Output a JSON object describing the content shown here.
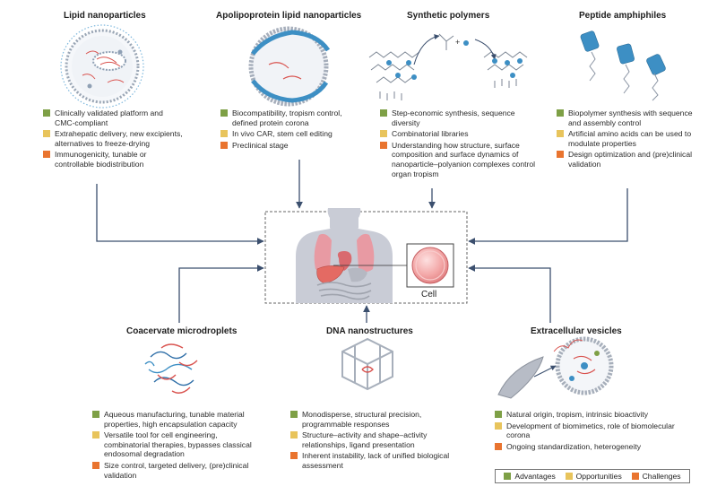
{
  "legend": {
    "advantages": "Advantages",
    "opportunities": "Opportunities",
    "challenges": "Challenges"
  },
  "colors": {
    "advantages": "#7ea046",
    "opportunities": "#e8c45c",
    "challenges": "#e9742f",
    "arrow": "#3b4f6e",
    "accent_blue": "#3d8fc4"
  },
  "center": {
    "cell_label": "Cell"
  },
  "panels": {
    "lipid_nanoparticles": {
      "title": "Lipid nanoparticles",
      "advantages": "Clinically validated platform and CMC-compliant",
      "opportunities": "Extrahepatic delivery, new excipients, alternatives to freeze-drying",
      "challenges": "Immunogenicity, tunable or controllable biodistribution"
    },
    "apolipoprotein": {
      "title": "Apolipoprotein lipid nanoparticles",
      "advantages": "Biocompatibility, tropism control, defined protein corona",
      "opportunities": "In vivo CAR, stem cell editing",
      "challenges": "Preclinical stage"
    },
    "synthetic_polymers": {
      "title": "Synthetic polymers",
      "advantages": "Step-economic synthesis, sequence diversity",
      "opportunities": "Combinatorial libraries",
      "challenges": "Understanding how structure, surface composition and surface dynamics of nanoparticle–polyanion complexes control organ tropism"
    },
    "peptide_amphiphiles": {
      "title": "Peptide amphiphiles",
      "advantages": "Biopolymer synthesis with sequence and assembly control",
      "opportunities": "Artificial amino acids can be used to modulate properties",
      "challenges": "Design optimization and (pre)clinical validation"
    },
    "coacervate": {
      "title": "Coacervate microdroplets",
      "advantages": "Aqueous manufacturing, tunable material properties, high encapsulation capacity",
      "opportunities": "Versatile tool for cell engineering, combinatorial therapies, bypasses classical endosomal degradation",
      "challenges": "Size control, targeted delivery, (pre)clinical validation"
    },
    "dna": {
      "title": "DNA nanostructures",
      "advantages": "Monodisperse, structural precision, programmable responses",
      "opportunities": "Structure–activity and shape–activity relationships, ligand presentation",
      "challenges": "Inherent instability, lack of unified biological assessment"
    },
    "ev": {
      "title": "Extracellular vesicles",
      "advantages": "Natural origin, tropism, intrinsic bioactivity",
      "opportunities": "Development of biomimetics, role of biomolecular corona",
      "challenges": "Ongoing standardization, heterogeneity"
    }
  }
}
